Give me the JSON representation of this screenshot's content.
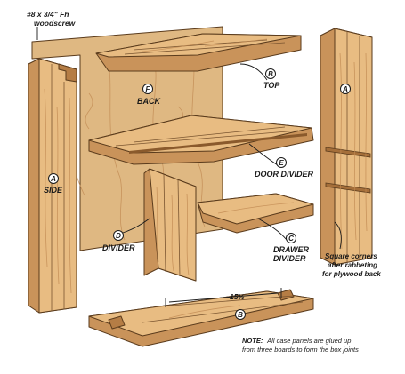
{
  "colors": {
    "wood_face": "#e8bc82",
    "wood_side": "#c9935a",
    "wood_edge": "#b57d45",
    "back_panel": "#dfb882",
    "outline": "#5a3b1c"
  },
  "labels": {
    "screw": "#8 x 3/4\" Fh",
    "screw_line2": "woodscrew",
    "top": "TOP",
    "back": "BACK",
    "side_left": "SIDE",
    "door_divider": "DOOR DIVIDER",
    "divider": "DIVIDER",
    "drawer_divider_1": "DRAWER",
    "drawer_divider_2": "DIVIDER",
    "square_1": "Square corners",
    "square_2": "after rabbeting",
    "square_3": "for plywood back",
    "dimension": "15½",
    "note_prefix": "NOTE:",
    "note_1": "All case panels are glued up",
    "note_2": "from three boards to form the box joints"
  },
  "letters": {
    "top": "B",
    "back": "F",
    "side_left": "A",
    "side_right": "A",
    "door_divider": "E",
    "divider": "D",
    "drawer_divider": "C",
    "bottom": "B"
  }
}
